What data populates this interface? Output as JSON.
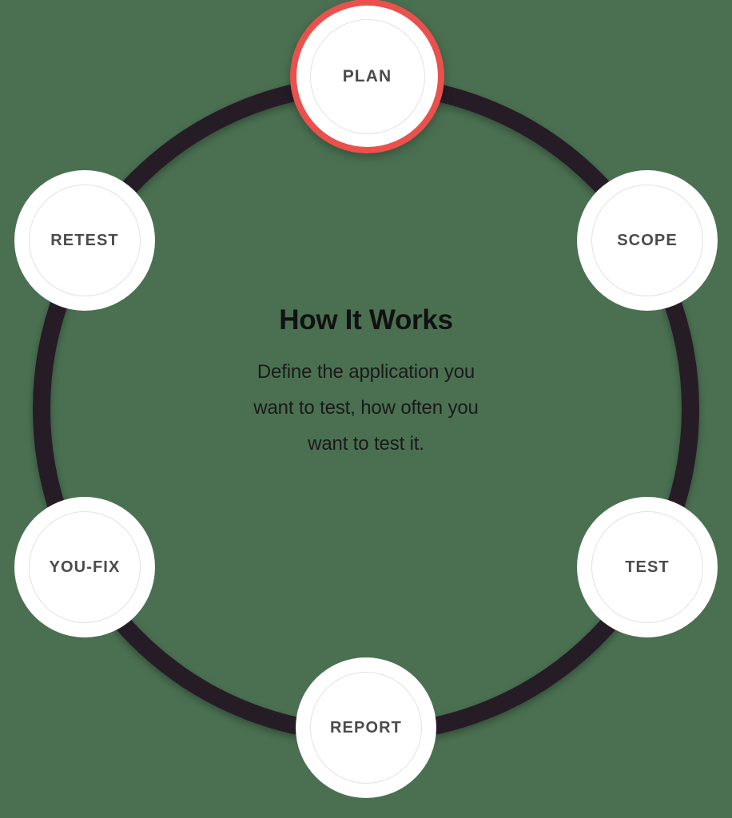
{
  "diagram": {
    "name": "How It Works process cycle",
    "type": "circular-process",
    "background_color": "#4a7051",
    "track_color": "#261a26",
    "highlight_color": "#ea514d",
    "node_fill_color": "#ffffff",
    "node_label_color": "#4b4b4b"
  },
  "center": {
    "title": "How It Works",
    "body_lines": [
      "Define the application you",
      "want to test, how often you",
      "want to test it."
    ]
  },
  "nodes": [
    {
      "id": "plan",
      "label": "PLAN",
      "position": "top",
      "highlighted": true
    },
    {
      "id": "scope",
      "label": "SCOPE",
      "position": "upper-right",
      "highlighted": false
    },
    {
      "id": "test",
      "label": "TEST",
      "position": "lower-right",
      "highlighted": false
    },
    {
      "id": "report",
      "label": "REPORT",
      "position": "bottom",
      "highlighted": false
    },
    {
      "id": "youfix",
      "label": "YOU-FIX",
      "position": "lower-left",
      "highlighted": false
    },
    {
      "id": "retest",
      "label": "RETEST",
      "position": "upper-left",
      "highlighted": false
    }
  ]
}
